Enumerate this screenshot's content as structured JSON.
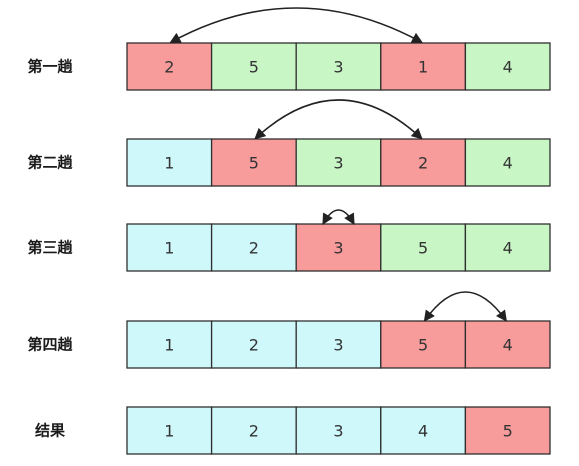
{
  "colors": {
    "red": "#f89b9b",
    "green": "#c8f7c5",
    "blue": "#cff8fb",
    "border": "#2f2f2f",
    "arrow": "#222222"
  },
  "rows": [
    {
      "label": "第一趟",
      "cells": [
        {
          "value": "2",
          "color": "red"
        },
        {
          "value": "5",
          "color": "green"
        },
        {
          "value": "3",
          "color": "green"
        },
        {
          "value": "1",
          "color": "red"
        },
        {
          "value": "4",
          "color": "green"
        }
      ],
      "swap": [
        0,
        3
      ]
    },
    {
      "label": "第二趟",
      "cells": [
        {
          "value": "1",
          "color": "blue"
        },
        {
          "value": "5",
          "color": "red"
        },
        {
          "value": "3",
          "color": "green"
        },
        {
          "value": "2",
          "color": "red"
        },
        {
          "value": "4",
          "color": "green"
        }
      ],
      "swap": [
        1,
        3
      ]
    },
    {
      "label": "第三趟",
      "cells": [
        {
          "value": "1",
          "color": "blue"
        },
        {
          "value": "2",
          "color": "blue"
        },
        {
          "value": "3",
          "color": "red"
        },
        {
          "value": "5",
          "color": "green"
        },
        {
          "value": "4",
          "color": "green"
        }
      ],
      "swap": [
        2,
        2
      ]
    },
    {
      "label": "第四趟",
      "cells": [
        {
          "value": "1",
          "color": "blue"
        },
        {
          "value": "2",
          "color": "blue"
        },
        {
          "value": "3",
          "color": "blue"
        },
        {
          "value": "5",
          "color": "red"
        },
        {
          "value": "4",
          "color": "red"
        }
      ],
      "swap": [
        3,
        4
      ]
    },
    {
      "label": "结果",
      "cells": [
        {
          "value": "1",
          "color": "blue"
        },
        {
          "value": "2",
          "color": "blue"
        },
        {
          "value": "3",
          "color": "blue"
        },
        {
          "value": "4",
          "color": "blue"
        },
        {
          "value": "5",
          "color": "red"
        }
      ],
      "swap": null
    }
  ]
}
